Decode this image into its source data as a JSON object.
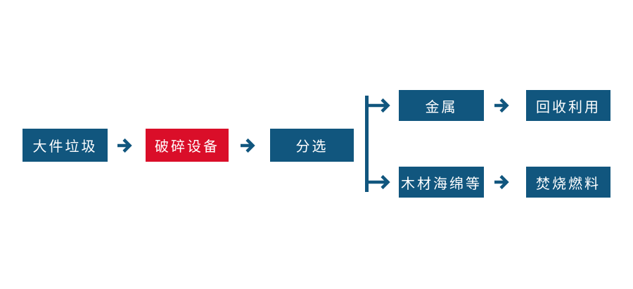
{
  "diagram": {
    "type": "flowchart",
    "background": "#ffffff",
    "colors": {
      "node_blue": "#11567E",
      "node_red": "#DA0E29",
      "arrow_blue": "#11567E",
      "label_text": "#FFFFFF"
    },
    "nodes": {
      "bulky_waste": {
        "label": "大件垃圾",
        "style": "blue"
      },
      "crushing_equipment": {
        "label": "破碎设备",
        "style": "red"
      },
      "sorting": {
        "label": "分选",
        "style": "blue"
      },
      "metal": {
        "label": "金属",
        "style": "blue"
      },
      "recycling": {
        "label": "回收利用",
        "style": "blue"
      },
      "wood_sponge": {
        "label": "木材海绵等",
        "style": "blue"
      },
      "incineration_fuel": {
        "label": "焚烧燃料",
        "style": "blue"
      }
    },
    "edges": [
      {
        "from": "bulky_waste",
        "to": "crushing_equipment"
      },
      {
        "from": "crushing_equipment",
        "to": "sorting"
      },
      {
        "from": "sorting",
        "to": "metal"
      },
      {
        "from": "sorting",
        "to": "wood_sponge"
      },
      {
        "from": "metal",
        "to": "recycling"
      },
      {
        "from": "wood_sponge",
        "to": "incineration_fuel"
      }
    ]
  }
}
